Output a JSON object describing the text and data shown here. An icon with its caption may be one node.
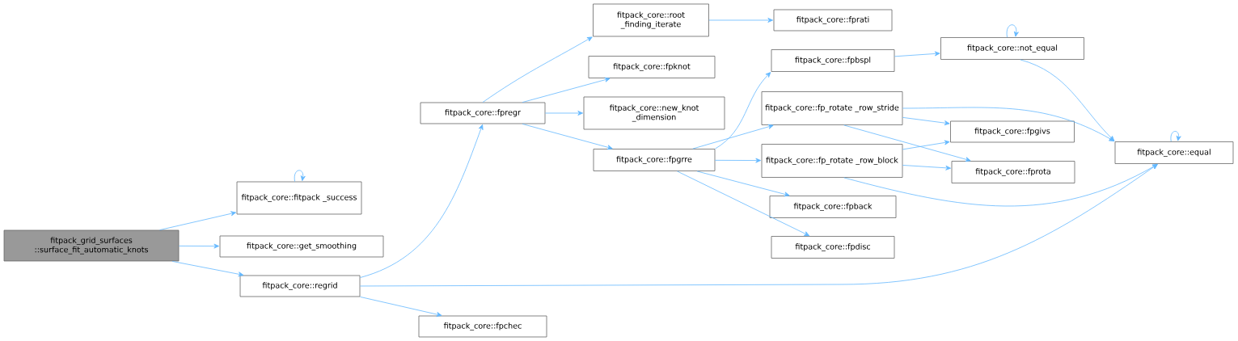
{
  "diagram": {
    "nodes": [
      {
        "text": [
          "fitpack_grid_surfaces ::surface_fit_automatic_knots"
        ]
      },
      {
        "text": [
          "fitpack_core::fitpack _success"
        ]
      },
      {
        "text": [
          "fitpack_core::get_smoothing"
        ]
      },
      {
        "text": [
          "fitpack_core::regrid"
        ]
      },
      {
        "text": [
          "fitpack_core::fpregr"
        ]
      },
      {
        "text": [
          "fitpack_core::fpchec"
        ]
      },
      {
        "text": [
          "fitpack_core::root _finding_iterate"
        ]
      },
      {
        "text": [
          "fitpack_core::fpknot"
        ]
      },
      {
        "text": [
          "fitpack_core::new_knot _dimension"
        ]
      },
      {
        "text": [
          "fitpack_core::fpgrre"
        ]
      },
      {
        "text": [
          "fitpack_core::fprati"
        ]
      },
      {
        "text": [
          "fitpack_core::fpbspl"
        ]
      },
      {
        "text": [
          "fitpack_core::fp_rotate _row_stride"
        ]
      },
      {
        "text": [
          "fitpack_core::fp_rotate _row_block"
        ]
      },
      {
        "text": [
          "fitpack_core::fpback"
        ]
      },
      {
        "text": [
          "fitpack_core::fpdisc"
        ]
      },
      {
        "text": [
          "fitpack_core::not_equal"
        ]
      },
      {
        "text": [
          "fitpack_core::fpgivs"
        ]
      },
      {
        "text": [
          "fitpack_core::fprota"
        ]
      },
      {
        "text": [
          "fitpack_core::equal"
        ]
      }
    ],
    "edges": [
      {
        "from": 0,
        "to": 1,
        "arrow": "to"
      },
      {
        "from": 0,
        "to": 2,
        "arrow": "to"
      },
      {
        "from": 0,
        "to": 3,
        "arrow": "to"
      },
      {
        "from": 1,
        "to": 1,
        "arrow": "to"
      },
      {
        "from": 3,
        "to": 4,
        "arrow": "to"
      },
      {
        "from": 3,
        "to": 19,
        "arrow": "to"
      },
      {
        "from": 3,
        "to": 5,
        "arrow": "to"
      },
      {
        "from": 4,
        "to": 6,
        "arrow": "to"
      },
      {
        "from": 4,
        "to": 7,
        "arrow": "to"
      },
      {
        "from": 4,
        "to": 8,
        "arrow": "to"
      },
      {
        "from": 4,
        "to": 9,
        "arrow": "to"
      },
      {
        "from": 6,
        "to": 10,
        "arrow": "to"
      },
      {
        "from": 9,
        "to": 11,
        "arrow": "to"
      },
      {
        "from": 9,
        "to": 12,
        "arrow": "to"
      },
      {
        "from": 9,
        "to": 13,
        "arrow": "to"
      },
      {
        "from": 9,
        "to": 14,
        "arrow": "to"
      },
      {
        "from": 9,
        "to": 15,
        "arrow": "to"
      },
      {
        "from": 11,
        "to": 16,
        "arrow": "to"
      },
      {
        "from": 16,
        "to": 16,
        "arrow": "to"
      },
      {
        "from": 16,
        "to": 19,
        "arrow": "to"
      },
      {
        "from": 12,
        "to": 19,
        "arrow": "to"
      },
      {
        "from": 12,
        "to": 17,
        "arrow": "to"
      },
      {
        "from": 12,
        "to": 18,
        "arrow": "to"
      },
      {
        "from": 13,
        "to": 17,
        "arrow": "to"
      },
      {
        "from": 13,
        "to": 18,
        "arrow": "to"
      },
      {
        "from": 13,
        "to": 19,
        "arrow": "to"
      },
      {
        "from": 19,
        "to": 19,
        "arrow": "to"
      }
    ]
  }
}
